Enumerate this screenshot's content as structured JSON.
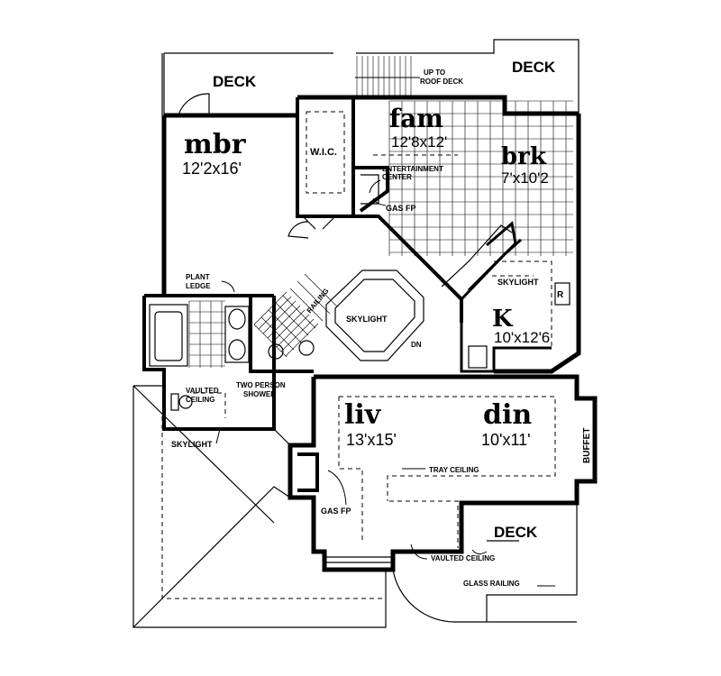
{
  "rooms": {
    "mbr": {
      "name": "mbr",
      "size": "12'2x16'"
    },
    "fam": {
      "name": "fam",
      "size": "12'8x12'"
    },
    "brk": {
      "name": "brk",
      "size": "7'x10'2"
    },
    "kit": {
      "name": "K",
      "size": "10'x12'6"
    },
    "liv": {
      "name": "liv",
      "size": "13'x15'"
    },
    "din": {
      "name": "din",
      "size": "10'x11'"
    }
  },
  "labels": {
    "deck_left": "DECK",
    "deck_right": "DECK",
    "deck_bottom": "DECK",
    "up_roof_line1": "UP TO",
    "up_roof_line2": "ROOF DECK",
    "wic": "W.I.C.",
    "entertainment_line1": "ENTERTAINMENT",
    "entertainment_line2": "CENTER",
    "gas_fp_top": "GAS FP",
    "gas_fp_bottom": "GAS FP",
    "plant_ledge_line1": "PLANT",
    "plant_ledge_line2": "LEDGE",
    "railing": "RAILING",
    "skylight_stair": "SKYLIGHT",
    "skylight_kitchen": "SKYLIGHT",
    "skylight_bath": "SKYLIGHT",
    "dn": "DN",
    "vaulted_line1": "VAULTED",
    "vaulted_line2": "CEILING",
    "two_person_line1": "TWO PERSON",
    "two_person_line2": "SHOWER",
    "tray_ceiling": "TRAY CEILING",
    "vaulted_ceiling": "VAULTED CEILING",
    "glass_railing": "GLASS RAILING",
    "buffet": "BUFFET",
    "r": "R"
  }
}
